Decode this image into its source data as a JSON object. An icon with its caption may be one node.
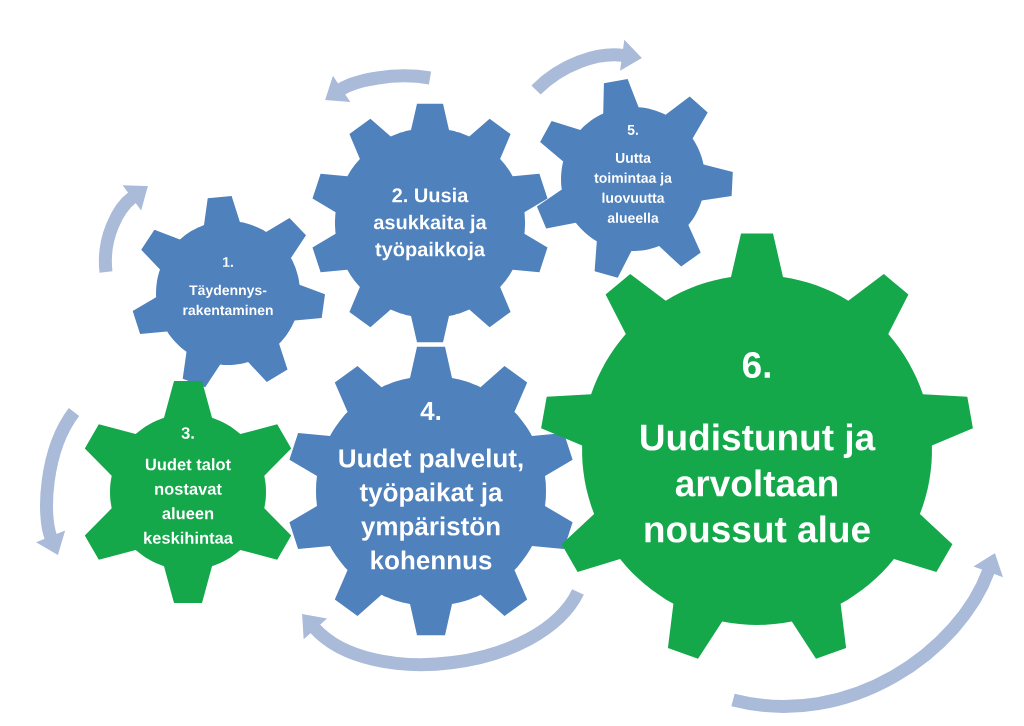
{
  "diagram": {
    "nodes": [
      {
        "text": [
          "1.",
          "Täydennys-rakentaminen"
        ]
      },
      {
        "text": [
          "2. Uusia asukkaita ja työpaikkoja"
        ]
      },
      {
        "text": [
          "3.",
          "Uudet talot nostavat alueen keskihintaa"
        ]
      },
      {
        "text": [
          "4.",
          "Uudet palvelut, työpaikat ja ympäristön kohennus"
        ]
      },
      {
        "text": [
          "5.",
          "Uutta toimintaa ja luovuutta alueella"
        ]
      },
      {
        "text": [
          "6.",
          "Uudistunut ja arvoltaan noussut alue"
        ]
      }
    ]
  }
}
